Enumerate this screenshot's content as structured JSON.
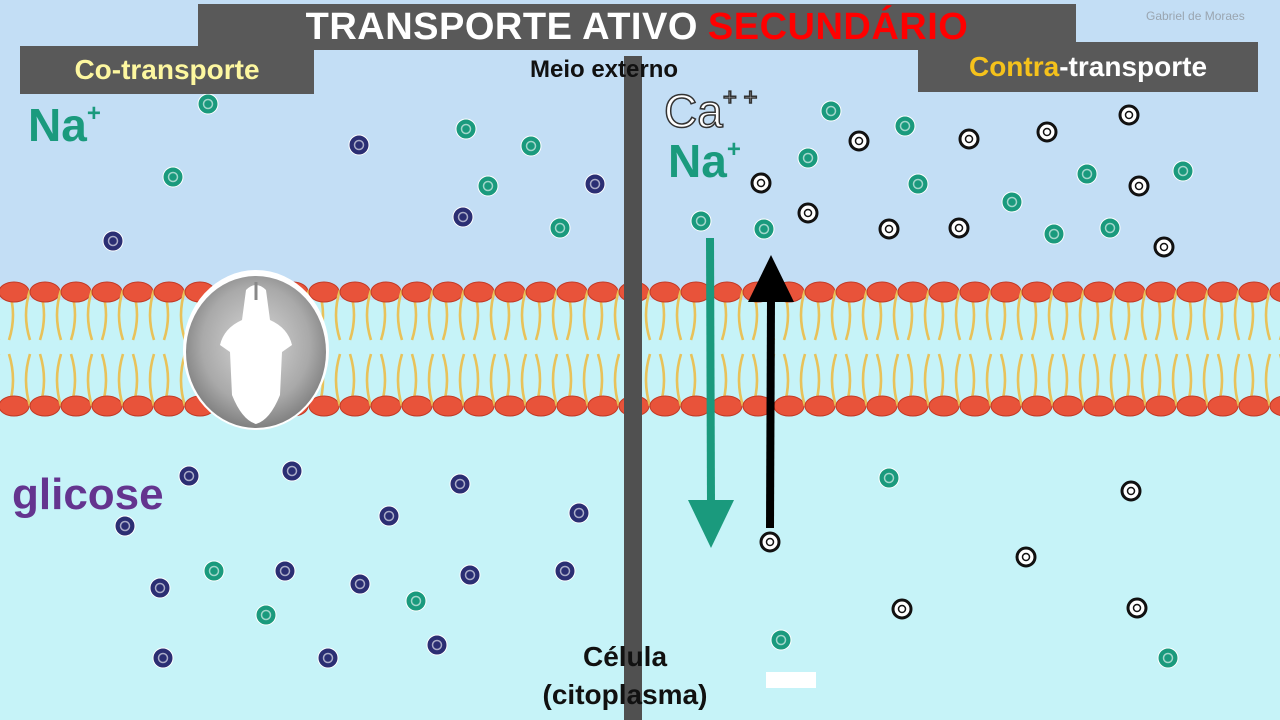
{
  "title": {
    "part1": "TRANSPORTE ATIVO",
    "part2": "SECUNDÁRIO"
  },
  "credit": "Gabriel de Moraes",
  "left_label": "Co-transporte",
  "right_label": {
    "part1": "Contra",
    "part2": "-transporte"
  },
  "extracellular_label": "Meio externo",
  "cell_label": {
    "line1": "Célula",
    "line2": "(citoplasma)"
  },
  "ions": {
    "na_left": {
      "symbol": "Na",
      "charge": "+"
    },
    "ca_right": {
      "symbol": "Ca",
      "charge": "+ +"
    },
    "na_right": {
      "symbol": "Na",
      "charge": "+"
    },
    "glucose": "glicose"
  },
  "colors": {
    "sodium": "#1a9a7d",
    "glucose": "#2b2e73",
    "calcium": "#111111",
    "title_accent": "#ff0000",
    "contra_accent": "#f5c21b",
    "cotransporte_text": "#fdf7a0",
    "label_box": "#595959",
    "extracellular_bg": "#c3def5",
    "cytoplasm_bg": "#c6f3f8",
    "lipid_head": "#e8533a",
    "lipid_tail": "#e8c25a"
  },
  "icons": [
    "transporter-protein-icon",
    "down-arrow-icon",
    "up-arrow-icon"
  ]
}
